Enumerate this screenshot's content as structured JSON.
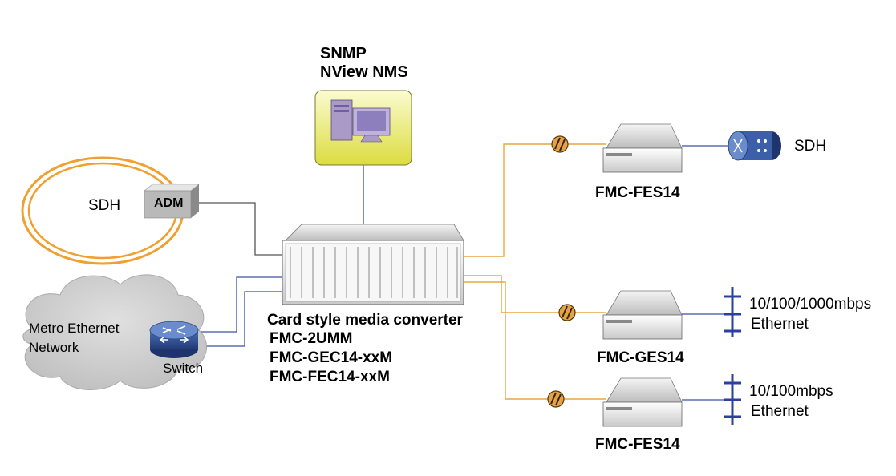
{
  "nms": {
    "line1": "SNMP",
    "line2": "NView NMS"
  },
  "sdh_ring": {
    "label": "SDH",
    "adm_label": "ADM"
  },
  "cloud": {
    "line1": "Metro Ethernet",
    "line2": "Network"
  },
  "switch": {
    "label": "Switch"
  },
  "chassis": {
    "line1": "Card style media converter",
    "line2": "FMC-2UMM",
    "line3": "FMC-GEC14-xxM",
    "line4": "FMC-FEC14-xxM"
  },
  "units": [
    {
      "label": "FMC-FES14",
      "endpoint": "SDH",
      "endpoint_kind": "sdh-mux"
    },
    {
      "label": "FMC-GES14",
      "endpoint_line1": "10/100/1000mbps",
      "endpoint_line2": "Ethernet",
      "endpoint_kind": "ethernet-bus"
    },
    {
      "label": "FMC-FES14",
      "endpoint_line1": "10/100mbps",
      "endpoint_line2": "Ethernet",
      "endpoint_kind": "ethernet-bus"
    }
  ],
  "colors": {
    "fiber": "#e8a640",
    "copper_blue": "#3d4fa8",
    "gray_line": "#555555",
    "nms_box": "#f2f29a",
    "ring": "#f0a030",
    "cloud": "#c9c9c9"
  },
  "icons": [
    "computer-icon",
    "adm-icon",
    "router-switch-icon",
    "chassis-icon",
    "converter-unit-icon",
    "optical-connector-icon",
    "sdh-mux-icon",
    "ethernet-bus-icon"
  ]
}
